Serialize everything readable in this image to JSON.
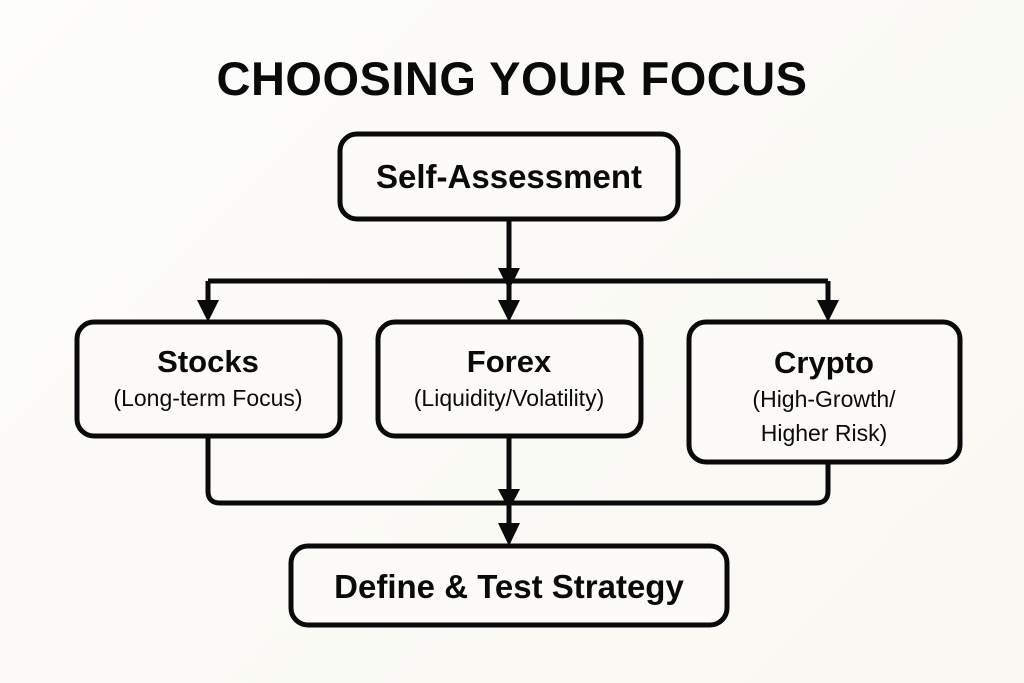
{
  "diagram": {
    "title": "CHOOSING YOUR FOCUS",
    "type": "flowchart",
    "background_color": "#fbfaf6",
    "stroke_color": "#0a0a0a",
    "node_fill_color": "#fcfbf8",
    "nodes": {
      "start": {
        "id": "self-assessment",
        "label": "Self-Assessment",
        "sublabel_1": "",
        "sublabel_2": ""
      },
      "branch_1": {
        "id": "stocks",
        "label": "Stocks",
        "sublabel_1": "(Long-term Focus)",
        "sublabel_2": ""
      },
      "branch_2": {
        "id": "forex",
        "label": "Forex",
        "sublabel_1": "(Liquidity/Volatility)",
        "sublabel_2": ""
      },
      "branch_3": {
        "id": "crypto",
        "label": "Crypto",
        "sublabel_1": "(High-Growth/",
        "sublabel_2": "Higher Risk)"
      },
      "end": {
        "id": "define-test-strategy",
        "label": "Define & Test Strategy",
        "sublabel_1": "",
        "sublabel_2": ""
      }
    },
    "edges": [
      {
        "from": "self-assessment",
        "to": "stocks"
      },
      {
        "from": "self-assessment",
        "to": "forex"
      },
      {
        "from": "self-assessment",
        "to": "crypto"
      },
      {
        "from": "stocks",
        "to": "define-test-strategy"
      },
      {
        "from": "forex",
        "to": "define-test-strategy"
      },
      {
        "from": "crypto",
        "to": "define-test-strategy"
      }
    ]
  }
}
